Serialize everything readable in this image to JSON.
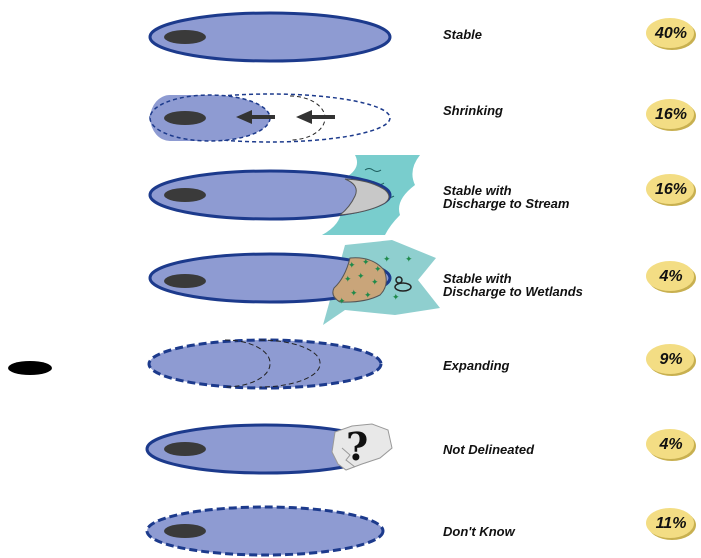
{
  "rows": [
    {
      "label": "Stable",
      "percent": "40%"
    },
    {
      "label": "Shrinking",
      "percent": "16%"
    },
    {
      "label_line1": "Stable with",
      "label_line2": "Discharge to Stream",
      "percent": "16%"
    },
    {
      "label_line1": "Stable with",
      "label_line2": "Discharge to Wetlands",
      "percent": "4%"
    },
    {
      "label": "Expanding",
      "percent": "9%"
    },
    {
      "label": "Not Delineated",
      "percent": "4%"
    },
    {
      "label": "Don't Know",
      "percent": "11%"
    }
  ],
  "colors": {
    "plume_fill": "#8e9bd2",
    "plume_outline": "#1c3a8c",
    "source": "#3a3a3a",
    "stream": "#79cdcd",
    "wetland_soil": "#c9a57a",
    "badge_fill": "#f3dd84",
    "badge_outline": "#c8b050"
  },
  "icons": [
    "plume-icon",
    "source-icon",
    "arrow-left-icon",
    "stream-icon",
    "wetland-icon",
    "duck-icon",
    "question-mark-icon"
  ]
}
